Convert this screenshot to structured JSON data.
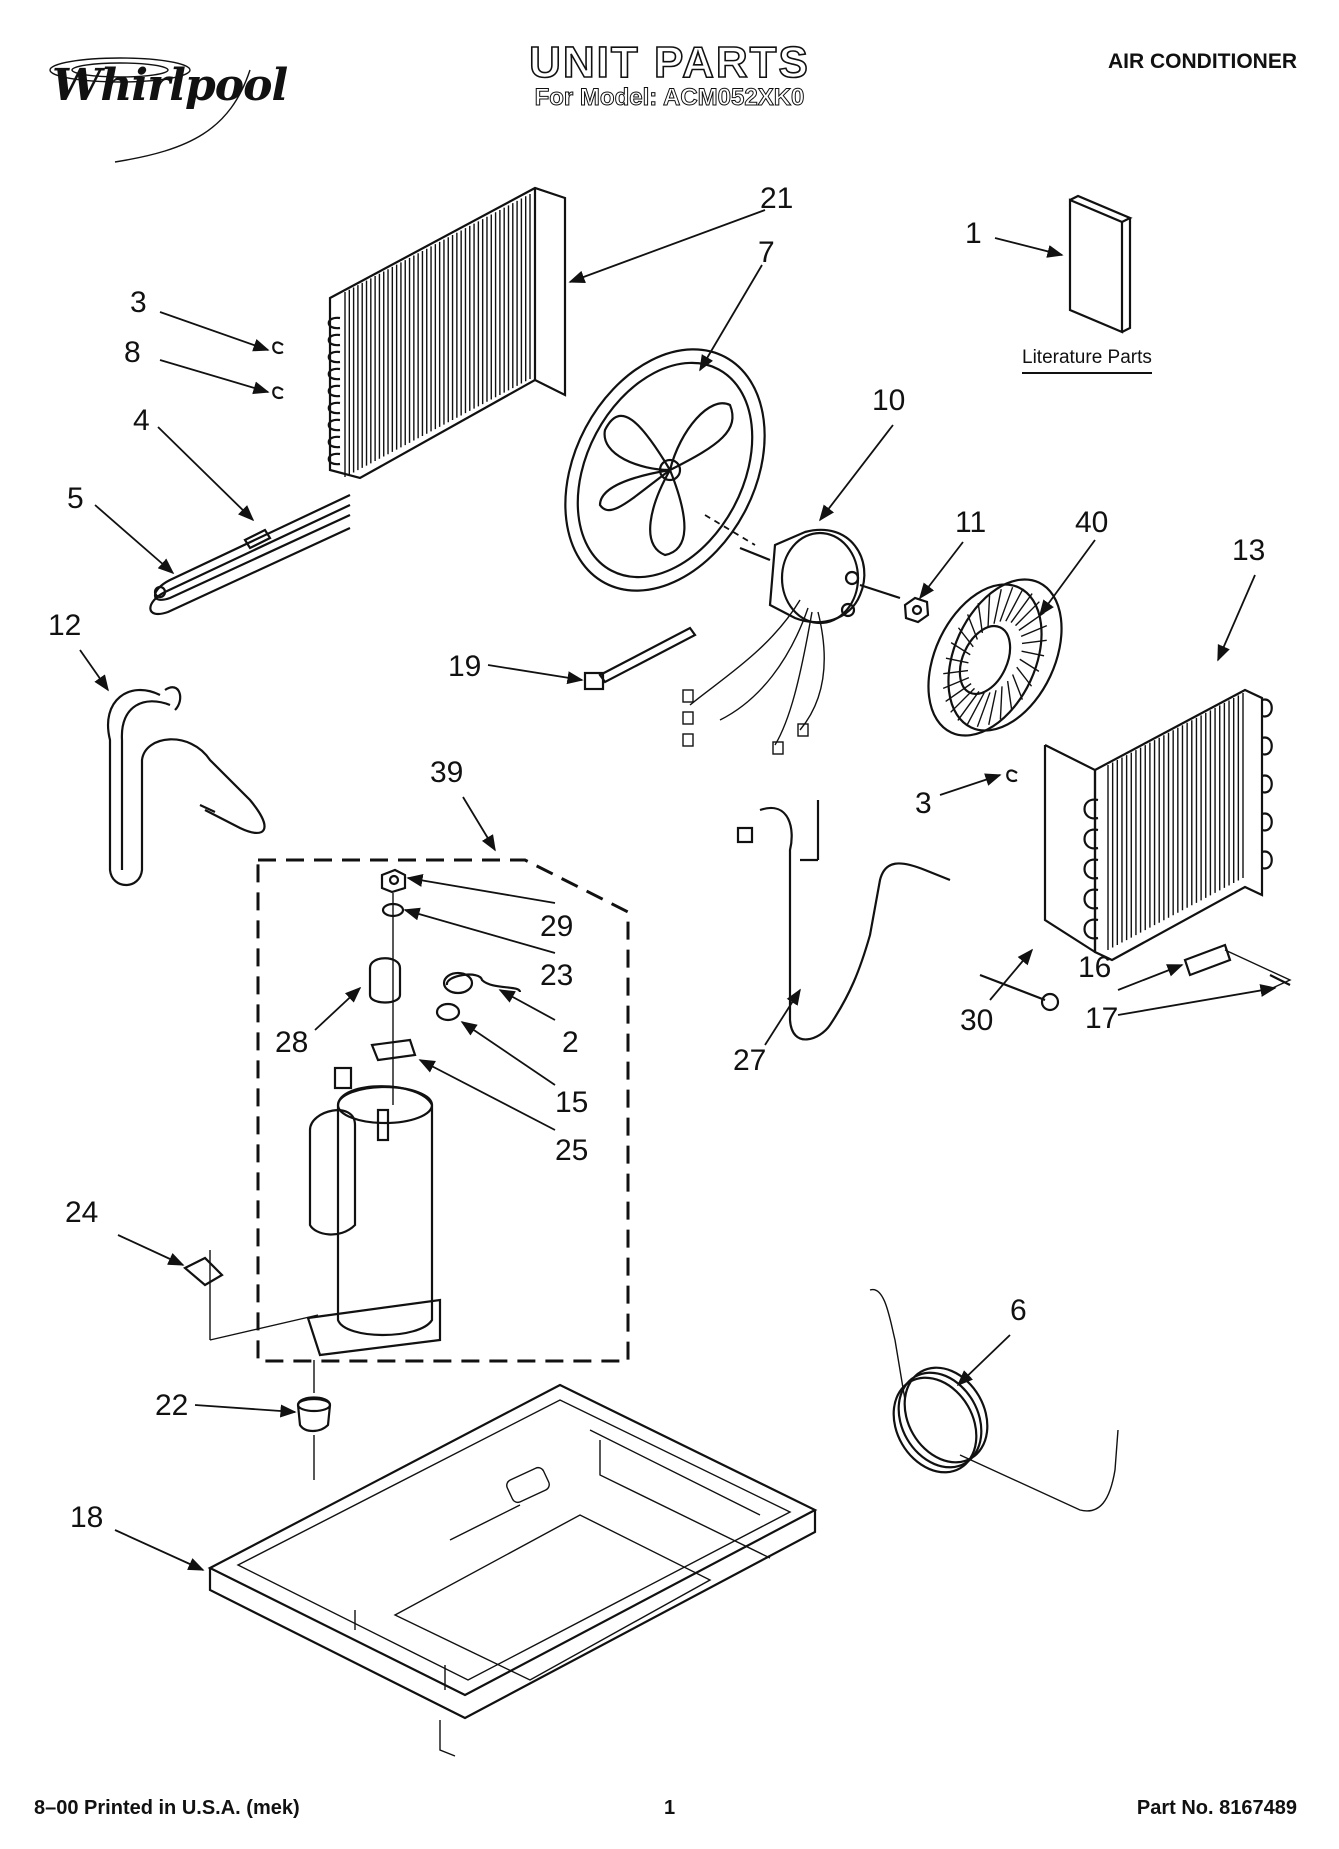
{
  "header": {
    "brand": "Whirlpool",
    "title": "UNIT PARTS",
    "model_line": "For Model: ACM052XK0",
    "category": "AIR CONDITIONER"
  },
  "literature": {
    "label": "Literature Parts"
  },
  "callouts": {
    "p1": "1",
    "p2": "2",
    "p3a": "3",
    "p3b": "3",
    "p4": "4",
    "p5": "5",
    "p6": "6",
    "p7": "7",
    "p8": "8",
    "p10": "10",
    "p11": "11",
    "p12": "12",
    "p13": "13",
    "p15": "15",
    "p16": "16",
    "p17": "17",
    "p18": "18",
    "p19": "19",
    "p21": "21",
    "p22": "22",
    "p23": "23",
    "p24": "24",
    "p25": "25",
    "p27": "27",
    "p28": "28",
    "p29": "29",
    "p30": "30",
    "p39": "39",
    "p40": "40"
  },
  "footer": {
    "printed": "8–00 Printed in U.S.A. (mek)",
    "page": "1",
    "part_no": "Part No. 8167489"
  }
}
